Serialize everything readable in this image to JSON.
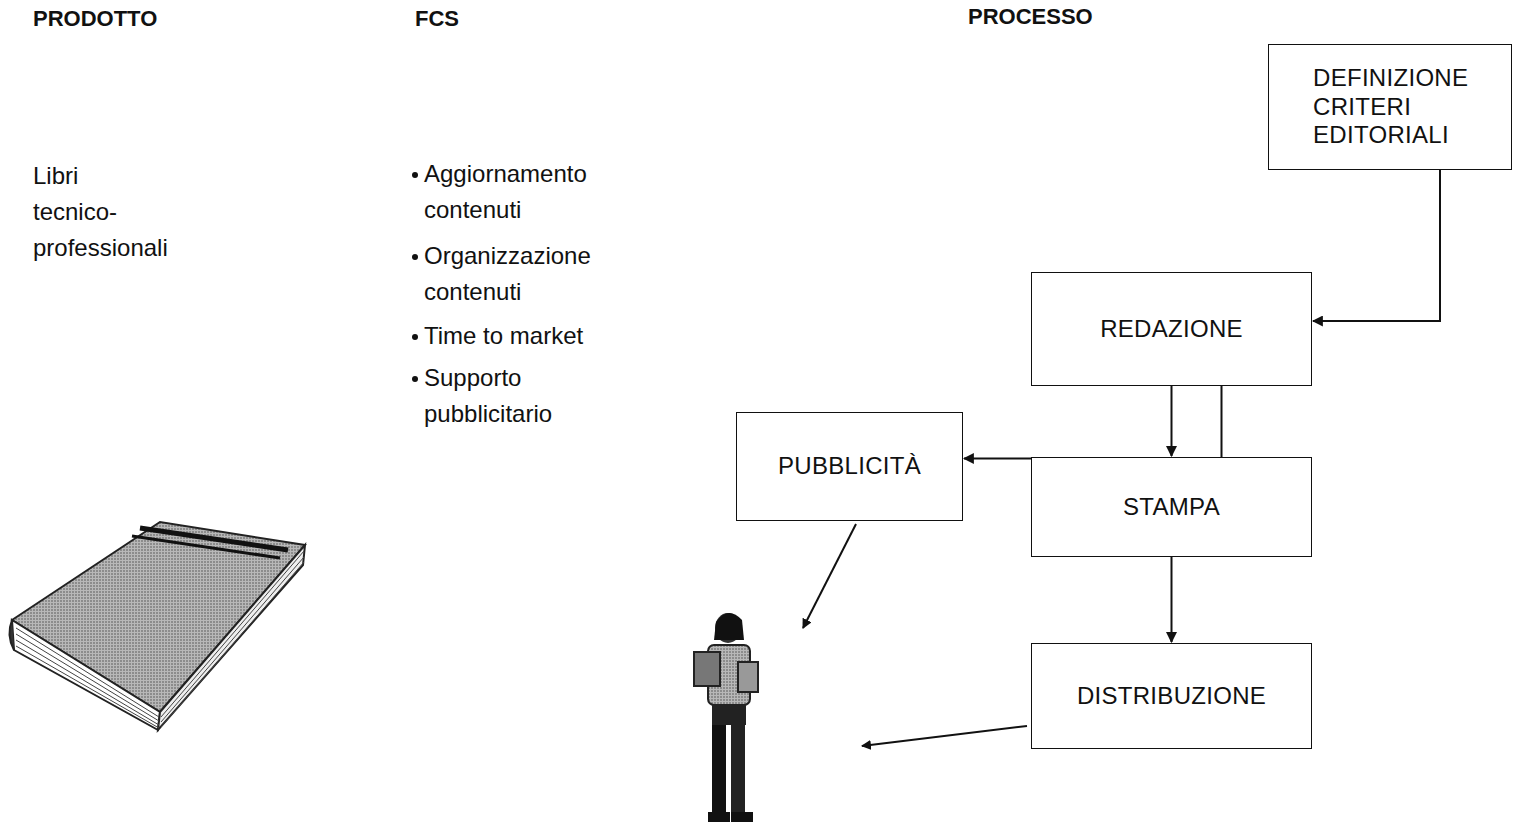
{
  "diagram": {
    "nodes": [
      {
        "text": [
          "DEFINIZIONE CRITERI EDITORIALI"
        ]
      },
      {
        "text": [
          "REDAZIONE"
        ]
      },
      {
        "text": [
          "PUBBLICITÀ"
        ]
      },
      {
        "text": [
          "STAMPA"
        ]
      },
      {
        "text": [
          "DISTRIBUZIONE"
        ]
      }
    ],
    "edges": [
      {
        "from": 0,
        "to": 1,
        "arrow": "to"
      },
      {
        "from": 1,
        "to": 2,
        "arrow": "to"
      },
      {
        "from": 1,
        "to": 3,
        "arrow": "to"
      },
      {
        "from": 3,
        "to": 4,
        "arrow": "to"
      }
    ],
    "labels": [
      "PRODOTTO",
      "FCS",
      "PROCESSO",
      "Libri tecnico-professionali",
      "Aggiornamento contenuti",
      "Organizzazione contenuti",
      "Time to market",
      "Supporto pubblicitario"
    ]
  }
}
